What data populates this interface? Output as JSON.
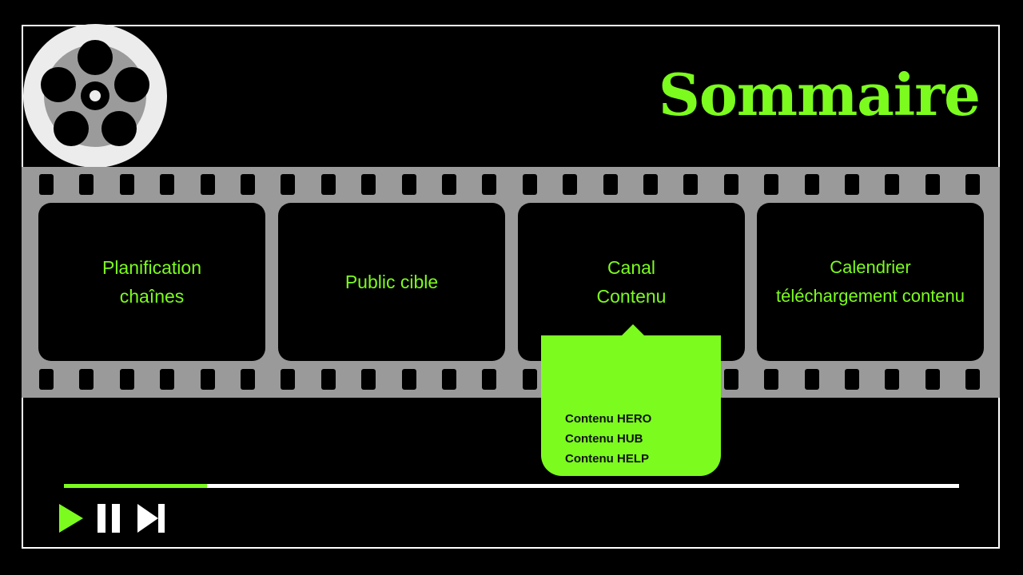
{
  "title": "Sommaire",
  "colors": {
    "accent": "#7CFC1E",
    "background": "#000000",
    "film": "#9a9a9a"
  },
  "icons": {
    "reel": "film-reel-icon",
    "play": "play-icon",
    "pause": "pause-icon",
    "next": "skip-next-icon"
  },
  "frames": [
    {
      "lines": [
        "Planification",
        "chaînes"
      ]
    },
    {
      "lines": [
        "Public cible"
      ]
    },
    {
      "lines": [
        "Canal",
        "Contenu"
      ]
    },
    {
      "lines": [
        "Calendrier",
        "téléchargement contenu"
      ]
    }
  ],
  "popup": {
    "items": [
      "Contenu HERO",
      "Contenu HUB",
      "Contenu HELP"
    ]
  },
  "player": {
    "progress_fraction": 0.16
  }
}
